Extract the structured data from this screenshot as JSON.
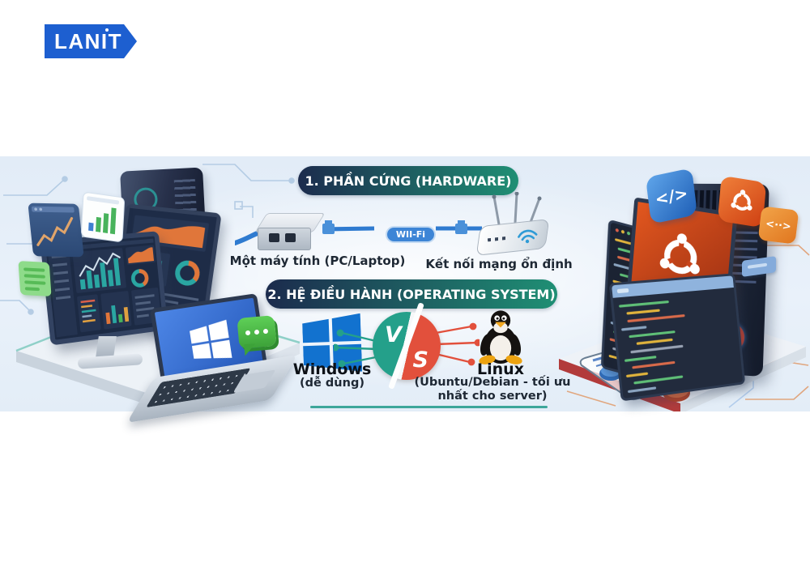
{
  "logo": {
    "text": "LANIT"
  },
  "sections": {
    "hardware": {
      "title": "1. PHẦN CỨNG (HARDWARE)",
      "pc_label": "Một máy tính (PC/Laptop)",
      "wifi_badge": "WII-Fi",
      "network_label": "Kết nối mạng ổn định"
    },
    "os": {
      "title": "2. HỆ ĐIỀU HÀNH (OPERATING SYSTEM)",
      "windows": {
        "name": "Windows",
        "desc": "(dễ dùng)"
      },
      "versus": {
        "top": "V",
        "bottom": "S"
      },
      "linux": {
        "name": "Linux",
        "desc_line1": "(Ubuntu/Debian - tối ưu",
        "desc_line2": "nhất cho server)"
      }
    }
  },
  "icons": {
    "code_badge": "</>",
    "code_badge_small": "<··>"
  },
  "colors": {
    "logo_blue": "#1d5fd0",
    "header_gradient_start": "#1c2b4d",
    "header_gradient_end": "#1f8f74",
    "wifi_pill": "#3d85d6",
    "divider_teal": "#2a9d8f",
    "windows_blue": "#1272cf",
    "ubuntu_orange": "#dd4814",
    "vs_teal": "#24a08a",
    "vs_red": "#e2503c",
    "accent_green": "#4cb748"
  }
}
